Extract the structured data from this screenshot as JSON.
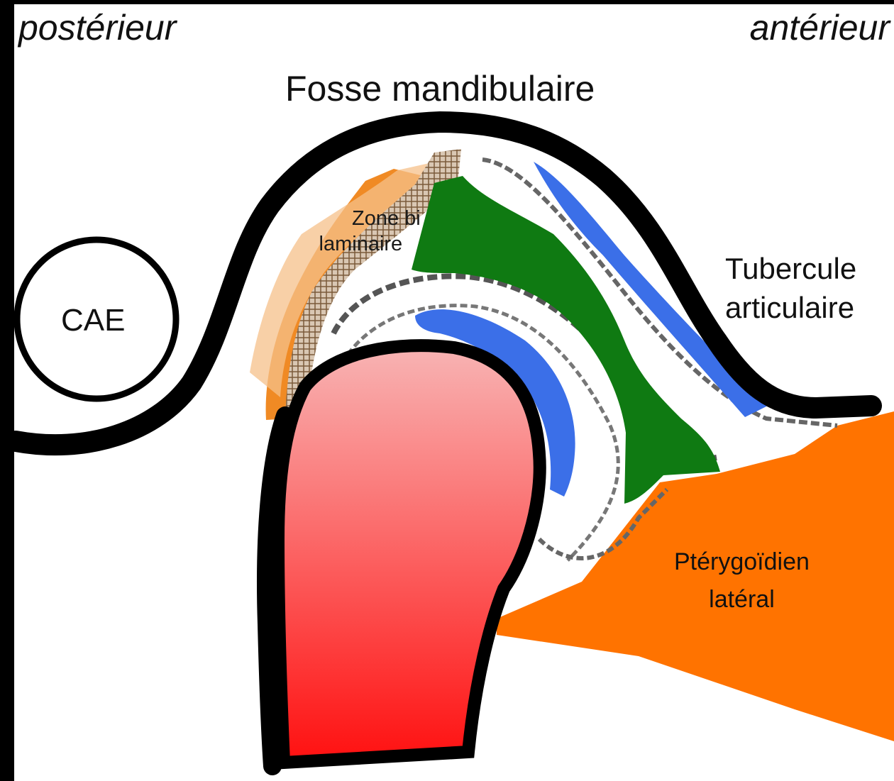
{
  "orientation": {
    "left": "postérieur",
    "right": "antérieur"
  },
  "labels": {
    "fosse": "Fosse mandibulaire",
    "tubercule_line1": "Tubercule",
    "tubercule_line2": "articulaire",
    "cae": "CAE",
    "zone_line1": "Zone bi",
    "zone_line2": "laminaire",
    "pterygoidien_line1": "Ptérygoïdien",
    "pterygoidien_line2": "latéral"
  },
  "colors": {
    "background": "#000000",
    "bone_outline": "#000000",
    "condyle_top": "#f7a6a6",
    "condyle_bottom": "#ff1111",
    "disc_green": "#0f7a12",
    "cartilage_blue": "#3b6fe8",
    "muscle_orange": "#ff7300",
    "bilaminar_orange": "#f08a24",
    "bilaminar_brown": "#8a5a2e"
  }
}
